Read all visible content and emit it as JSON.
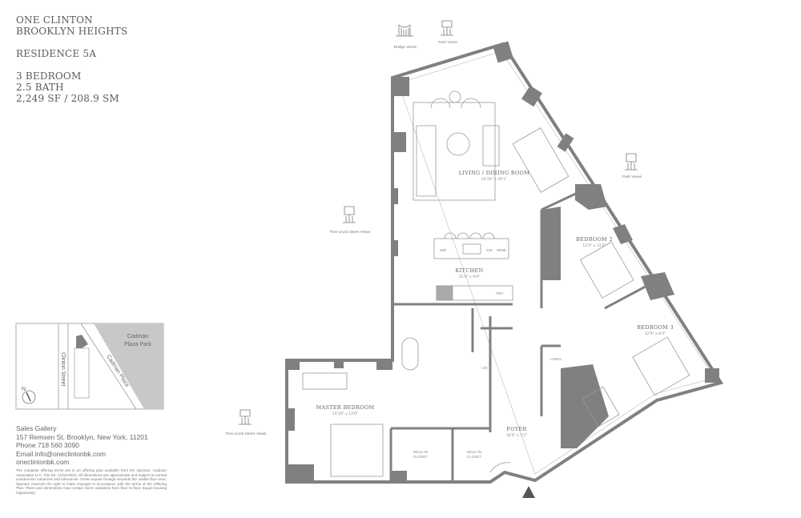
{
  "header": {
    "building": "ONE CLINTON",
    "neighborhood": "BROOKLYN HEIGHTS",
    "residence": "RESIDENCE 5A",
    "bedrooms": "3 BEDROOM",
    "baths": "2.5 BATH",
    "area": "2,249 SF / 208.9 SM"
  },
  "map": {
    "park": [
      "Cadman",
      "Plaza Park"
    ],
    "street_1": "Clinton Street",
    "street_2": "Cadman Plaza",
    "north": "N"
  },
  "contact": {
    "title": "Sales Gallery",
    "address": "157 Remsen St, Brooklyn, New York, 11201",
    "phone": "Phone 718 560 3090",
    "email": "Email info@oneclintonbk.com",
    "website": "oneclintonbk.com"
  },
  "legal": "The complete offering terms are in an offering plan available from the Sponsor. Cadman Associates LLC. File No. CD18-0010. All dimensions are approximate and subject to normal construction variances and tolerances. Gross square footage exceeds the usable floor area. Sponsor reserves the right to make changes in accordance with the terms of the Offering Plan. Plans and dimensions may contain minor variations from floor to floor. Equal Housing Opportunity.",
  "views": {
    "bridge": "Bridge Views",
    "park_top": "Park Views",
    "park_right": "Park Views",
    "street_mid": "Tree Lined Street Views",
    "street_bottom": "Tree Lined Street Views"
  },
  "rooms": {
    "living": {
      "name": "LIVING / DINING ROOM",
      "dims": "24'10\" x 26'1\""
    },
    "kitchen": {
      "name": "KITCHEN",
      "dims": "15'0\" x 9'0\""
    },
    "bedroom2": {
      "name": "BEDROOM 2",
      "dims": "12'9\" x 11'2\""
    },
    "bedroom3": {
      "name": "BEDROOM 3",
      "dims": "12'9\" x 8'4\""
    },
    "master": {
      "name": "MASTER BEDROOM",
      "dims": "15'10\" x 13'0\""
    },
    "foyer": {
      "name": "FOYER",
      "dims": "18'0\" x 7'2\""
    },
    "closet1": [
      "WALK-IN",
      "CLOSET"
    ],
    "closet2": [
      "WALK-IN",
      "CLOSET"
    ],
    "linen": "LINEN",
    "wd": "W/D",
    "ln": "L/N",
    "mw": "MW",
    "dw": "DW",
    "wine": "WINE",
    "ref": "REF"
  },
  "colors": {
    "wall": "#808080",
    "line": "#9a9a9a",
    "park": "#c8c8c8",
    "text": "#555555"
  }
}
